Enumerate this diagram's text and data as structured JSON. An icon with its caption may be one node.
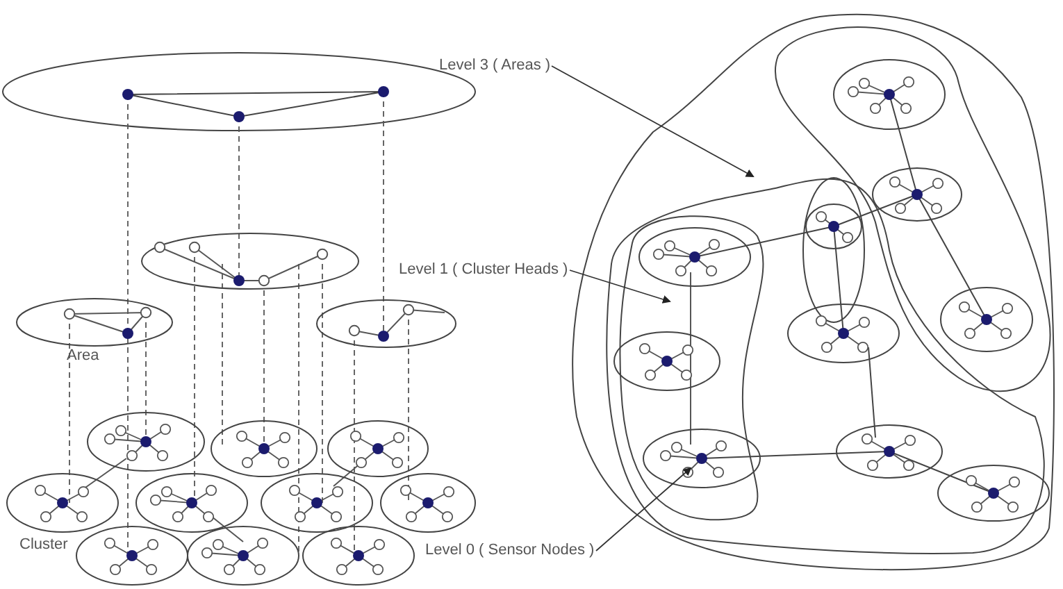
{
  "diagram": {
    "nodes": [
      {
        "text": [
          "Level 3 ( Areas )"
        ]
      },
      {
        "text": [
          "Level 1 ( Cluster Heads )"
        ]
      },
      {
        "text": [
          "Level 0 ( Sensor Nodes )"
        ]
      },
      {
        "text": [],
        "shape": "cloud"
      },
      {
        "text": [],
        "shape": "cloud",
        "in": 3
      },
      {
        "text": [],
        "shape": "ellipse",
        "in": 4
      }
    ],
    "edges": [
      {
        "from": 0,
        "to": 3,
        "arrow": "to"
      },
      {
        "from": 1,
        "to": 4,
        "arrow": "to"
      },
      {
        "from": 2,
        "to": 5,
        "arrow": "to"
      }
    ],
    "labels": [
      "Area",
      "Cluster"
    ]
  }
}
